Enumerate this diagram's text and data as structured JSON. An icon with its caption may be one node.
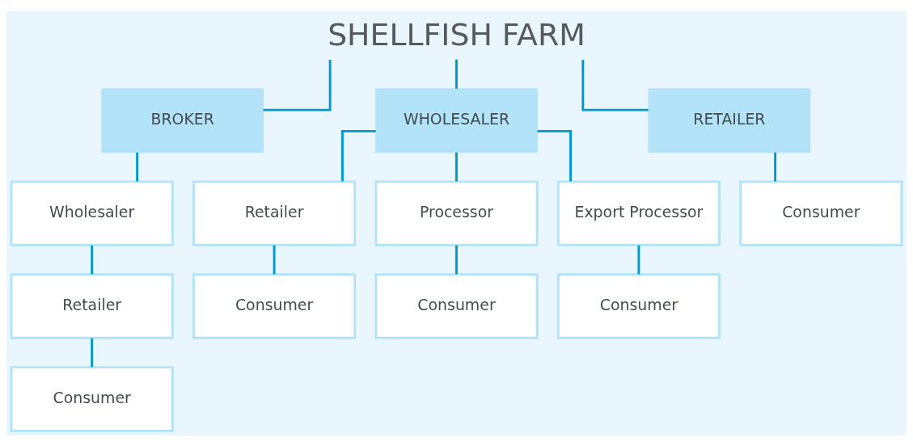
{
  "diagram": {
    "nodes": [
      {
        "text": [
          "SHELLFISH FARM"
        ]
      },
      {
        "text": [
          "BROKER"
        ]
      },
      {
        "text": [
          "WHOLESALER"
        ]
      },
      {
        "text": [
          "RETAILER"
        ]
      },
      {
        "text": [
          "Wholesaler"
        ]
      },
      {
        "text": [
          "Retailer"
        ]
      },
      {
        "text": [
          "Processor"
        ]
      },
      {
        "text": [
          "Export Processor"
        ]
      },
      {
        "text": [
          "Consumer"
        ]
      },
      {
        "text": [
          "Retailer"
        ]
      },
      {
        "text": [
          "Consumer"
        ]
      },
      {
        "text": [
          "Consumer"
        ]
      },
      {
        "text": [
          "Consumer"
        ]
      },
      {
        "text": [
          "Consumer"
        ]
      }
    ],
    "edges": [
      {
        "from": 0,
        "to": 1,
        "arrow": "none"
      },
      {
        "from": 0,
        "to": 2,
        "arrow": "none"
      },
      {
        "from": 0,
        "to": 3,
        "arrow": "none"
      },
      {
        "from": 1,
        "to": 4,
        "arrow": "none"
      },
      {
        "from": 2,
        "to": 5,
        "arrow": "none"
      },
      {
        "from": 2,
        "to": 6,
        "arrow": "none"
      },
      {
        "from": 2,
        "to": 7,
        "arrow": "none"
      },
      {
        "from": 3,
        "to": 8,
        "arrow": "none"
      },
      {
        "from": 4,
        "to": 9,
        "arrow": "none"
      },
      {
        "from": 5,
        "to": 10,
        "arrow": "none"
      },
      {
        "from": 6,
        "to": 11,
        "arrow": "none"
      },
      {
        "from": 7,
        "to": 12,
        "arrow": "none"
      },
      {
        "from": 9,
        "to": 13,
        "arrow": "none"
      }
    ]
  }
}
